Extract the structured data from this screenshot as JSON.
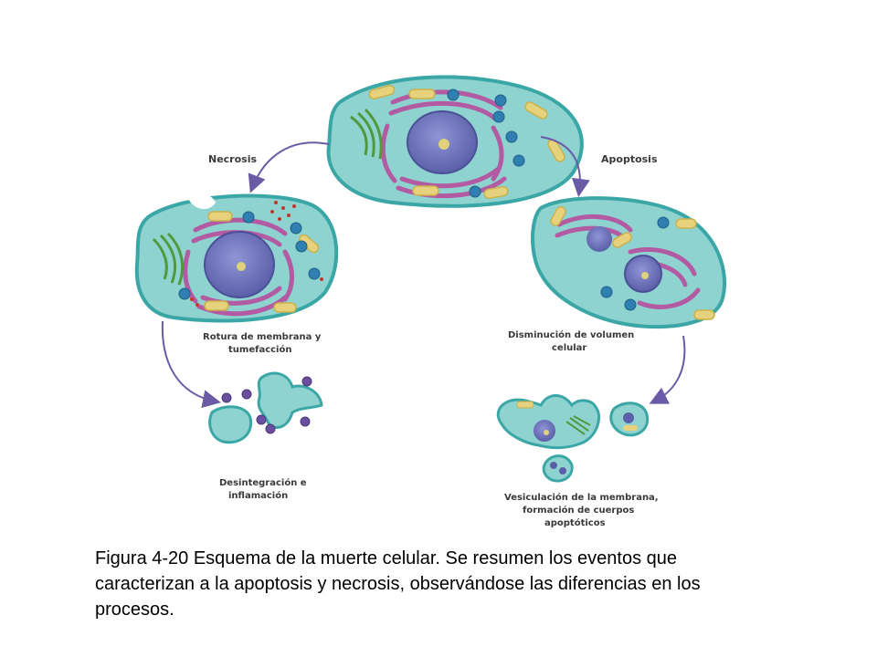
{
  "labels": {
    "necrosis": "Necrosis",
    "apoptosis": "Apoptosis",
    "necrosis_step1_line1": "Rotura de membrana y",
    "necrosis_step1_line2": "tumefacción",
    "necrosis_step2_line1": "Desintegración e",
    "necrosis_step2_line2": "inflamación",
    "apoptosis_step1_line1": "Disminución de volumen",
    "apoptosis_step1_line2": "celular",
    "apoptosis_step2_line1": "Vesiculación de la membrana,",
    "apoptosis_step2_line2": "formación de cuerpos",
    "apoptosis_step2_line3": "apoptóticos"
  },
  "caption": "Figura 4-20 Esquema de la muerte celular. Se resumen los eventos que caracterizan a la apoptosis y necrosis, observándose las diferencias en los procesos.",
  "colors": {
    "cytoplasm": "#8fd3d0",
    "membrane": "#3aa7a6",
    "nucleus": "#6a6fb8",
    "reticulum": "#b25aa2",
    "mitochondria": "#e6d27c",
    "golgi": "#4f9a3f",
    "vesicle": "#2f7fb0",
    "arrow": "#6b5aa6"
  }
}
